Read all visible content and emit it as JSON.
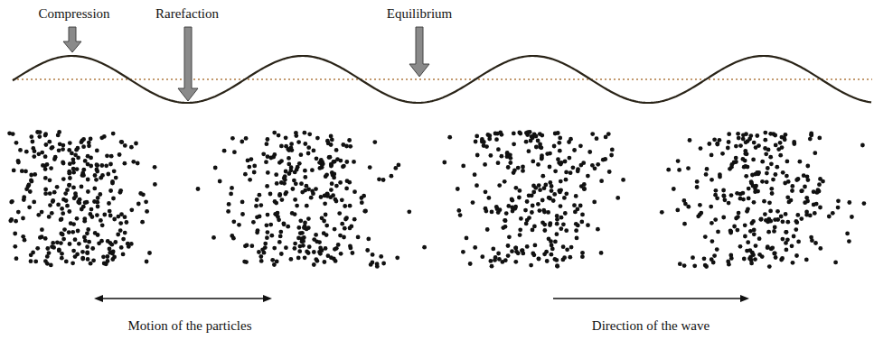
{
  "diagram": {
    "labels": [
      "Compression",
      "Rarefaction",
      "Equilibrium",
      "Motion of the particles",
      "Direction of the wave"
    ]
  }
}
